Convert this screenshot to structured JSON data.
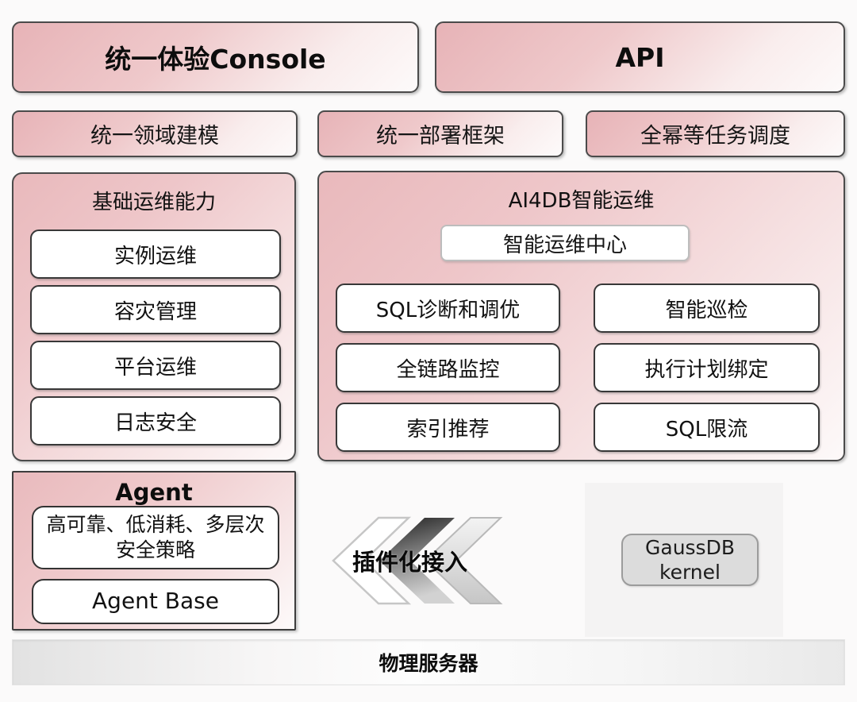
{
  "top_row": {
    "console": "统一体验Console",
    "api": "API"
  },
  "capability_row": {
    "modeling": "统一领域建模",
    "deployment": "统一部署框架",
    "scheduling": "全幂等任务调度"
  },
  "base_ops": {
    "title": "基础运维能力",
    "items": [
      "实例运维",
      "容灾管理",
      "平台运维",
      "日志安全"
    ]
  },
  "ai4db": {
    "title": "AI4DB智能运维",
    "center": "智能运维中心",
    "cells": [
      "SQL诊断和调优",
      "智能巡检",
      "全链路监控",
      "执行计划绑定",
      "索引推荐",
      "SQL限流"
    ]
  },
  "agent": {
    "title": "Agent",
    "policy": "高可靠、低消耗、多层次安全策略",
    "base": "Agent Base"
  },
  "plugin_access": {
    "label": "插件化接入",
    "icon": "triple-chevron-left-icon"
  },
  "kernel": {
    "line1": "GaussDB",
    "line2": "kernel"
  },
  "physical_server": {
    "label": "物理服务器"
  },
  "colors": {
    "pink_strong": "#e7b3b7",
    "pink_soft": "#f5dedf",
    "border_dark": "#4b4b4b",
    "border_light": "#bdbdbd",
    "panel_gray": "#f4f3f3",
    "kernel_gray": "#dcdcdc",
    "bar_gray": "#e2e2e2"
  }
}
